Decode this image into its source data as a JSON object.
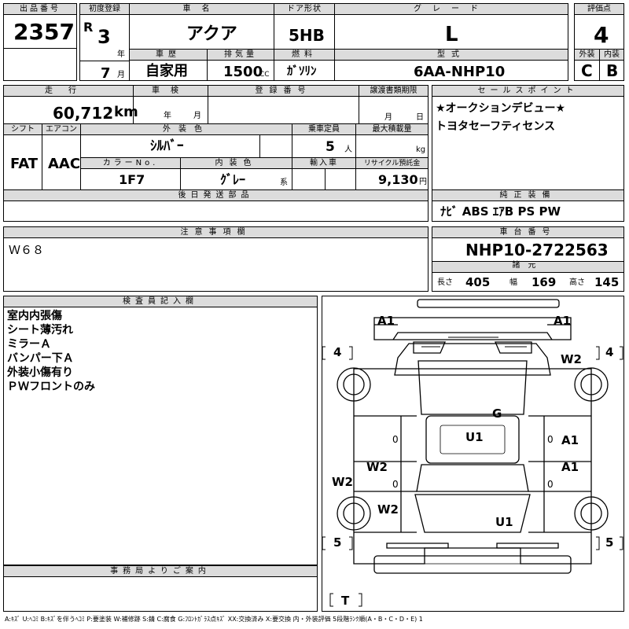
{
  "header": {
    "lot_no_label": "出品番号",
    "lot_no": "2357",
    "first_reg_label": "初度登録",
    "era_mark": "R",
    "reg_year": "3",
    "year_unit": "年",
    "reg_month": "7",
    "month_unit": "月",
    "car_name_label": "車名",
    "car_name": "アクア",
    "door_label": "ドア形状",
    "door": "5HB",
    "grade_label": "グレード",
    "grade": "L",
    "score_label": "評価点",
    "score": "4",
    "history_label": "車歴",
    "history": "自家用",
    "displacement_label": "排気量",
    "displacement": "1500",
    "displacement_unit": "CC",
    "fuel_label": "燃料",
    "fuel": "ｶﾞｿﾘﾝ",
    "model_label": "型式",
    "model": "6AA-NHP10",
    "exterior_label": "外装",
    "exterior_grade": "C",
    "interior_label": "内装",
    "interior_grade": "B"
  },
  "details": {
    "mileage_label": "走行",
    "mileage": "60,712",
    "mileage_unit": "km",
    "inspection_label": "車検",
    "inspection_year_unit": "年",
    "inspection_month_unit": "月",
    "plate_label": "登録番号",
    "transfer_label": "譲渡書類期限",
    "transfer_month_unit": "月",
    "transfer_day_unit": "日",
    "shift_label": "シフト",
    "shift": "FAT",
    "ac_label": "エアコン",
    "ac": "AAC",
    "ext_color_label": "外装色",
    "ext_color": "ｼﾙﾊﾞｰ",
    "capacity_label": "乗車定員",
    "capacity": "5",
    "capacity_unit": "人",
    "max_load_label": "最大積載量",
    "max_load_unit": "kg",
    "color_no_label": "カラーNo.",
    "color_no": "1F7",
    "int_color_label": "内装色",
    "int_color": "ｸﾞﾚｰ",
    "int_color_suffix": "系",
    "import_label": "輸入車",
    "recycle_label": "リサイクル預託金",
    "recycle": "9,130",
    "recycle_unit": "円",
    "later_parts_label": "後日発送部品"
  },
  "sales_points": {
    "label": "セールスポイント",
    "lines": [
      "★オークションデビュー★",
      "トヨタセーフティセンス"
    ]
  },
  "equipment": {
    "label": "純正装備",
    "value": "ﾅﾋﾞ ABS ｴｱB PS PW"
  },
  "notes": {
    "label": "注意事項欄",
    "value": "Ｗ６８"
  },
  "chassis": {
    "label": "車台番号",
    "value": "NHP10-2722563",
    "dims_label": "諸元",
    "length_label": "長さ",
    "length": "405",
    "width_label": "幅",
    "width": "169",
    "height_label": "高さ",
    "height": "145"
  },
  "inspector": {
    "label": "検査員記入欄",
    "lines": [
      "室内内張傷",
      "シート薄汚れ",
      "ミラーＡ",
      "バンパー下Ａ",
      "外装小傷有り",
      "ＰＷフロントのみ"
    ]
  },
  "office": {
    "label": "事務局よりご案内"
  },
  "diagram": {
    "marks": {
      "a1_fl": "A1",
      "a1_fr": "A1",
      "tire_fl": "4",
      "tire_fr": "4",
      "w2_fr": "W2",
      "g_wind": "G",
      "u1_roof": "U1",
      "a1_rd1": "A1",
      "a1_rd2": "A1",
      "w2_ld": "W2",
      "w2_lrd": "W2",
      "w2_lq": "W2",
      "u1_rear": "U1",
      "tire_rl": "5",
      "tire_rr": "5",
      "tire_t": "T",
      "zero_l1": "0",
      "zero_l2": "0",
      "zero_r1": "0",
      "zero_r2": "0"
    }
  },
  "legend": "A:ｷｽﾞ U:ﾍｺﾐ B:ｷｽﾞを伴うﾍｺﾐ P:要塗装 W:補修跡 S:錆 C:腐食 G:ﾌﾛﾝﾄｶﾞﾗｽ点ｷｽﾞ XX:交換済み X:要交換 内・外装評価 5段階ﾗﾝｸ順(A・B・C・D・E) 1"
}
